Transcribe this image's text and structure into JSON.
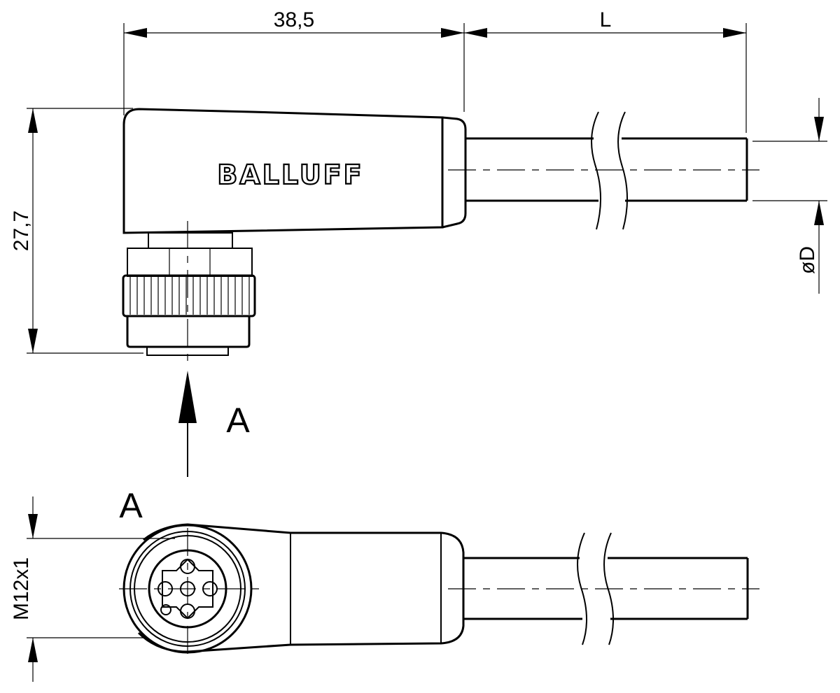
{
  "dimensions": {
    "body_length": "38,5",
    "cable_length": "L",
    "height": "27,7",
    "cable_diameter": "øD",
    "thread": "M12x1"
  },
  "brand_logo": "BALLUFF",
  "view_labels": {
    "arrow_label": "A",
    "view_title": "A"
  }
}
